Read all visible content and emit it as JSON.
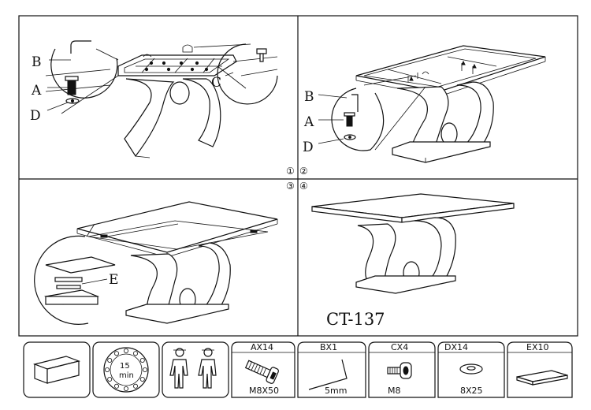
{
  "step_numbers": [
    "①",
    "②",
    "③",
    "④"
  ],
  "callouts": {
    "panel1": {
      "b": "B",
      "a": "A",
      "d": "D",
      "c": "C"
    },
    "panel2": {
      "b": "B",
      "a": "A",
      "d": "D"
    },
    "panel3": {
      "e": "E"
    }
  },
  "model_number": "CT-137",
  "time_badge": {
    "value": "15",
    "unit": "min"
  },
  "parts": [
    {
      "code": "AX14",
      "size": "M8X50",
      "icon": "bolt-icon"
    },
    {
      "code": "BX1",
      "size": "5mm",
      "icon": "allen-key-icon"
    },
    {
      "code": "CX4",
      "size": "M8",
      "icon": "cap-bolt-icon"
    },
    {
      "code": "DX14",
      "size": "8X25",
      "icon": "washer-icon"
    },
    {
      "code": "EX10",
      "size": "",
      "icon": "pad-icon"
    }
  ],
  "info_icons": [
    "box-icon",
    "time-icon",
    "two-persons-icon"
  ]
}
